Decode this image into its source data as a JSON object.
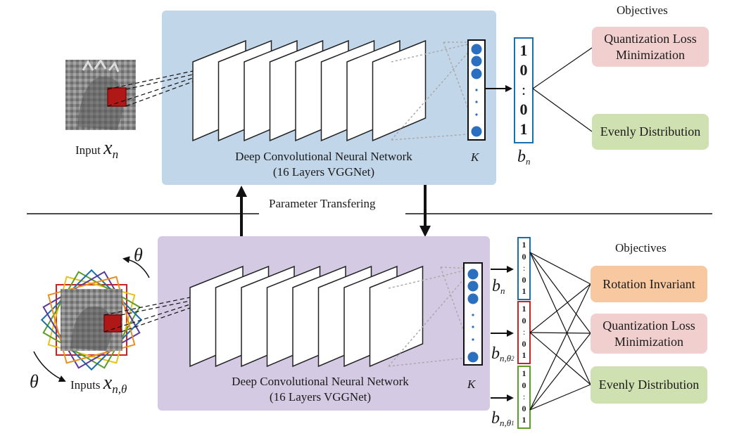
{
  "top": {
    "objectives_title": "Objectives",
    "network_label_line1": "Deep Convolutional Neural Network",
    "network_label_line2": "(16 Layers VGGNet)",
    "K_label": "K",
    "input_text": "Input",
    "input_var": "x",
    "input_sub": "n",
    "code_var": "b",
    "code_sub": "n",
    "code_bits": [
      "1",
      "0",
      ":",
      "0",
      "1"
    ],
    "objectives": [
      {
        "line1": "Quantization Loss",
        "line2": "Minimization",
        "color": "#f2cfcf"
      },
      {
        "line1": "Evenly Distribution",
        "line2": "",
        "color": "#cfe1b0"
      }
    ],
    "panel_color": "#c2d6ea"
  },
  "divider_label": "Parameter Transfering",
  "bottom": {
    "objectives_title": "Objectives",
    "network_label_line1": "Deep Convolutional Neural Network",
    "network_label_line2": "(16 Layers VGGNet)",
    "K_label": "K",
    "input_text": "Inputs",
    "input_var": "x",
    "input_sub": "n,θ",
    "theta_symbol": "θ",
    "codes": [
      {
        "var": "b",
        "sub": "n",
        "subsub": "",
        "color": "#1a6fa8",
        "bits": [
          "1",
          "0",
          ":",
          "0",
          "1"
        ]
      },
      {
        "var": "b",
        "sub": "n,θ",
        "subsub": "2",
        "color": "#cc2222",
        "bits": [
          "1",
          "0",
          ":",
          "0",
          "1"
        ]
      },
      {
        "var": "b",
        "sub": "n,θ",
        "subsub": "1",
        "color": "#5a9e2a",
        "bits": [
          "1",
          "0",
          ":",
          "0",
          "1"
        ]
      }
    ],
    "objectives": [
      {
        "line1": "Rotation Invariant",
        "line2": "",
        "color": "#f8c9a0"
      },
      {
        "line1": "Quantization Loss",
        "line2": "Minimization",
        "color": "#f2cfcf"
      },
      {
        "line1": "Evenly Distribution",
        "line2": "",
        "color": "#cfe1b0"
      }
    ],
    "panel_color": "#d4cae3",
    "rotation_colors": [
      "#cc2222",
      "#e8c21a",
      "#5a9e2a",
      "#1a6fa8",
      "#5a3a9a",
      "#e89020"
    ]
  },
  "node_color": "#2a6fc0"
}
